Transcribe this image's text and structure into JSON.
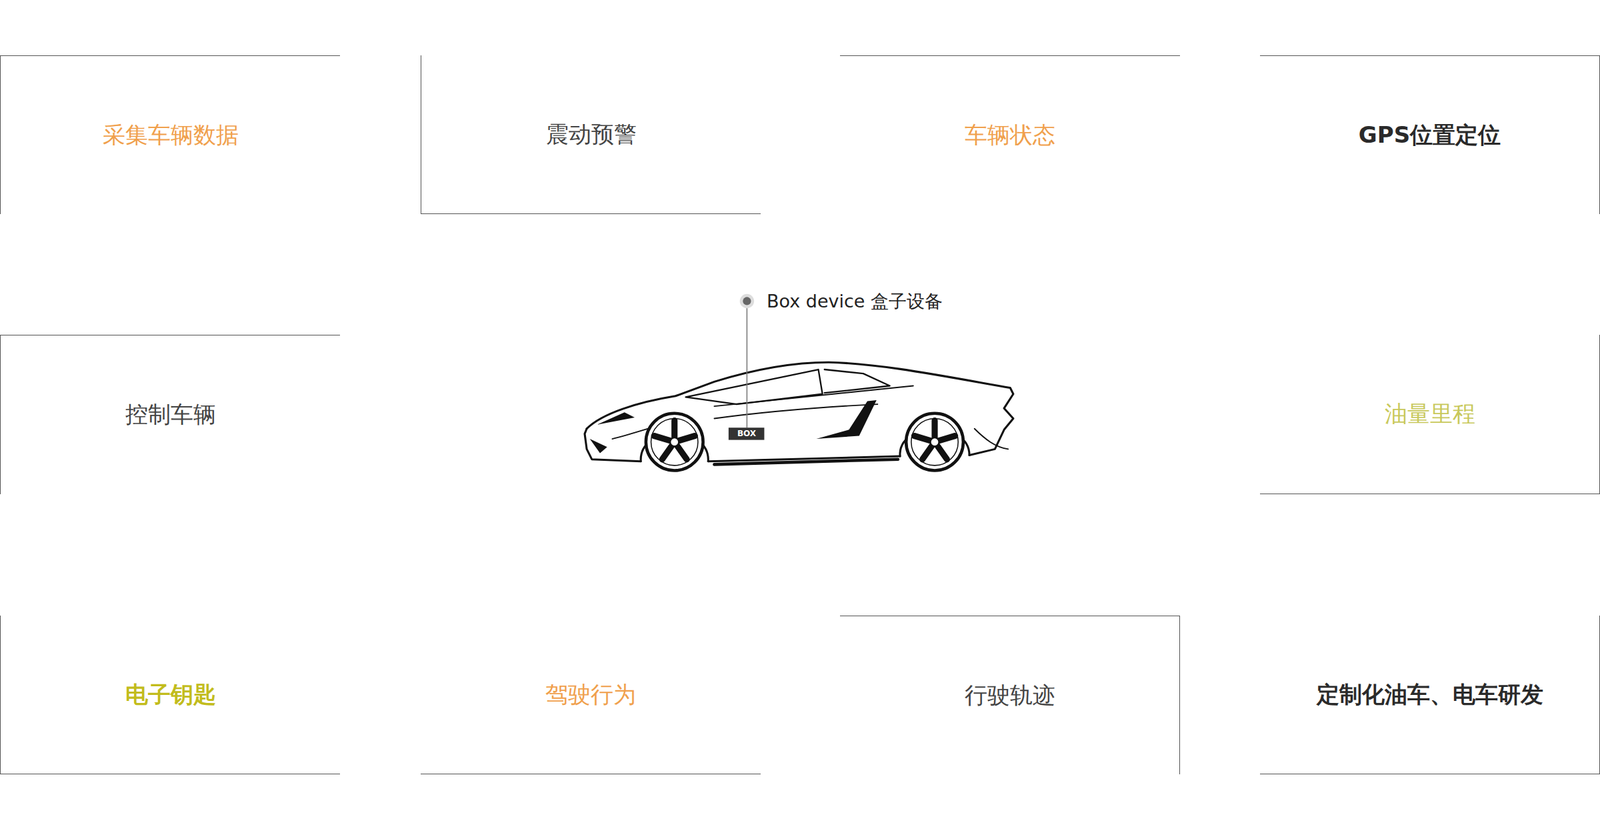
{
  "diagram": {
    "nodes": [
      {
        "text": [
          "采集车辆数据"
        ]
      },
      {
        "text": [
          "震动预警"
        ]
      },
      {
        "text": [
          "车辆状态"
        ]
      },
      {
        "text": [
          "GPS位置定位"
        ]
      },
      {
        "text": [
          "控制车辆"
        ]
      },
      {
        "text": [
          "油量里程"
        ]
      },
      {
        "text": [
          "电子钥匙"
        ]
      },
      {
        "text": [
          "驾驶行为"
        ]
      },
      {
        "text": [
          "行驶轨迹"
        ]
      },
      {
        "text": [
          "定制化油车、电车研发"
        ]
      }
    ],
    "labels": [
      "Box device 盒子设备",
      "BOX"
    ]
  }
}
